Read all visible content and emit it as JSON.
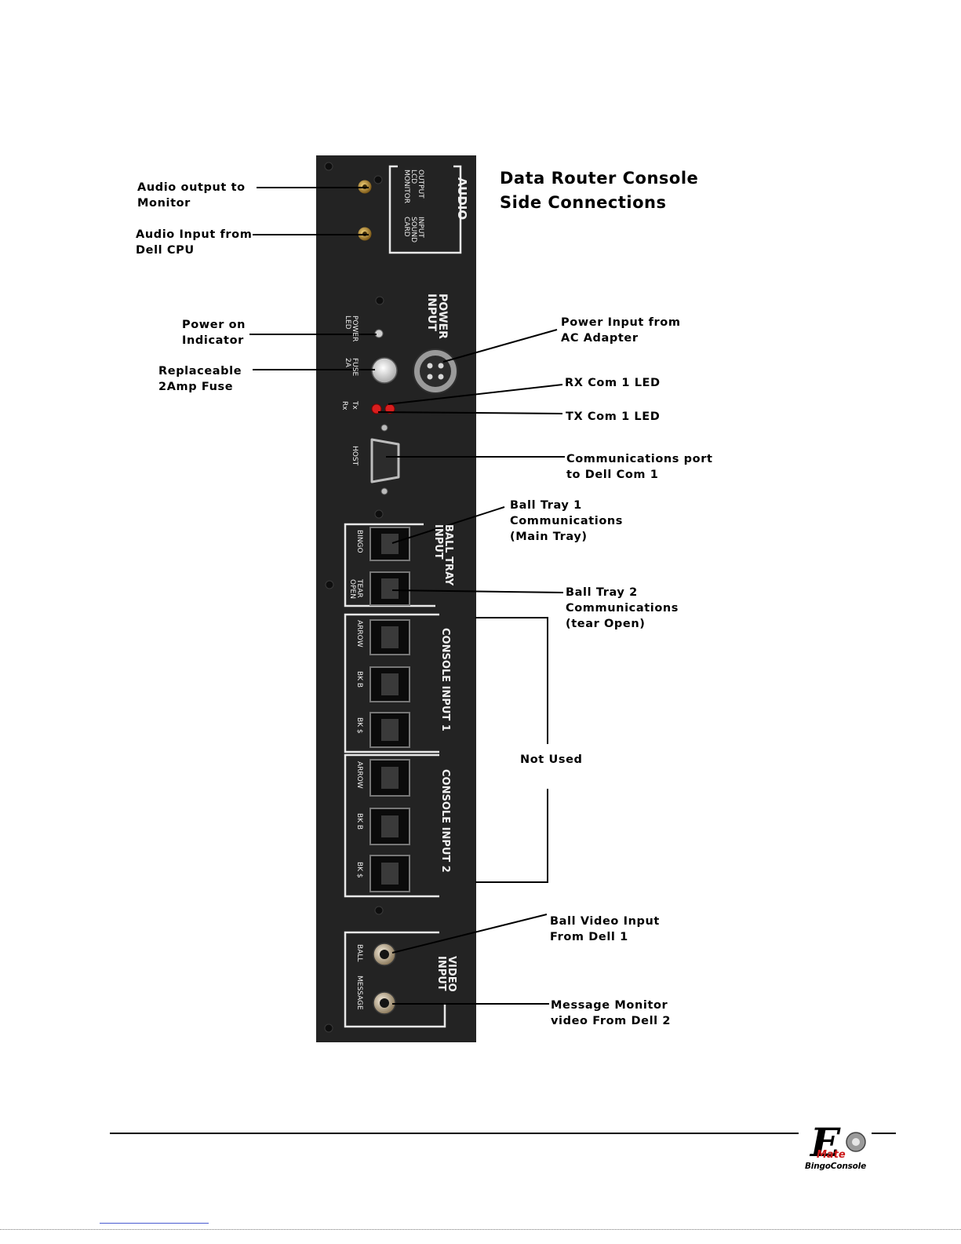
{
  "title": {
    "line1": "Data Router Console",
    "line2": "Side Connections"
  },
  "callouts": [
    {
      "id": "audio-output",
      "lines": [
        "Audio output to",
        "Monitor"
      ]
    },
    {
      "id": "audio-input",
      "lines": [
        "Audio Input from",
        "Dell CPU"
      ]
    },
    {
      "id": "power-on-indicator",
      "lines": [
        "Power on",
        "Indicator"
      ]
    },
    {
      "id": "replaceable-fuse",
      "lines": [
        "Replaceable",
        "2Amp Fuse"
      ]
    },
    {
      "id": "power-input",
      "lines": [
        "Power Input from",
        "AC Adapter"
      ]
    },
    {
      "id": "rx-led",
      "lines": [
        "RX Com 1 LED"
      ]
    },
    {
      "id": "tx-led",
      "lines": [
        "TX Com 1 LED"
      ]
    },
    {
      "id": "comm-port",
      "lines": [
        "Communications port",
        "to Dell Com 1"
      ]
    },
    {
      "id": "ball-tray-1",
      "lines": [
        "Ball Tray 1",
        "Communications",
        "(Main Tray)"
      ]
    },
    {
      "id": "ball-tray-2",
      "lines": [
        "Ball Tray 2",
        "Communications",
        "(tear Open)"
      ]
    },
    {
      "id": "not-used",
      "lines": [
        "Not Used"
      ]
    },
    {
      "id": "ball-video",
      "lines": [
        "Ball Video Input",
        "From Dell 1"
      ]
    },
    {
      "id": "message-video",
      "lines": [
        "Message Monitor",
        "video From Dell 2"
      ]
    }
  ],
  "panel": {
    "audio": {
      "header": "AUDIO",
      "output_lines": [
        "OUTPUT",
        "LCD",
        "MONITOR"
      ],
      "input_lines": [
        "INPUT",
        "SOUND",
        "CARD"
      ]
    },
    "power": {
      "header_lines": [
        "POWER",
        "INPUT"
      ],
      "led_lines": [
        "POWER",
        "LED"
      ],
      "fuse_lines": [
        "FUSE",
        "2A"
      ],
      "tx": "Tx",
      "rx": "Rx",
      "host": "HOST"
    },
    "ball_tray": {
      "header_lines": [
        "BALL TRAY",
        "INPUT"
      ],
      "port1": "BINGO",
      "port2_lines": [
        "TEAR",
        "OPEN"
      ]
    },
    "console1": {
      "header": "CONSOLE INPUT 1",
      "ports": [
        "ARROW",
        "BK B",
        "BK $"
      ]
    },
    "console2": {
      "header": "CONSOLE INPUT 2",
      "ports": [
        "ARROW",
        "BK B",
        "BK $"
      ]
    },
    "video": {
      "header_lines": [
        "VIDEO",
        "INPUT"
      ],
      "port1": "BALL",
      "port2": "MESSAGE"
    }
  },
  "logo": {
    "caption": "BingoConsole",
    "mark": "E",
    "script": "Mate"
  },
  "colors": {
    "panel": "#232323",
    "panel_text": "#f0f0f0",
    "led": "#d81e1e",
    "brass": "#c79a3a"
  }
}
